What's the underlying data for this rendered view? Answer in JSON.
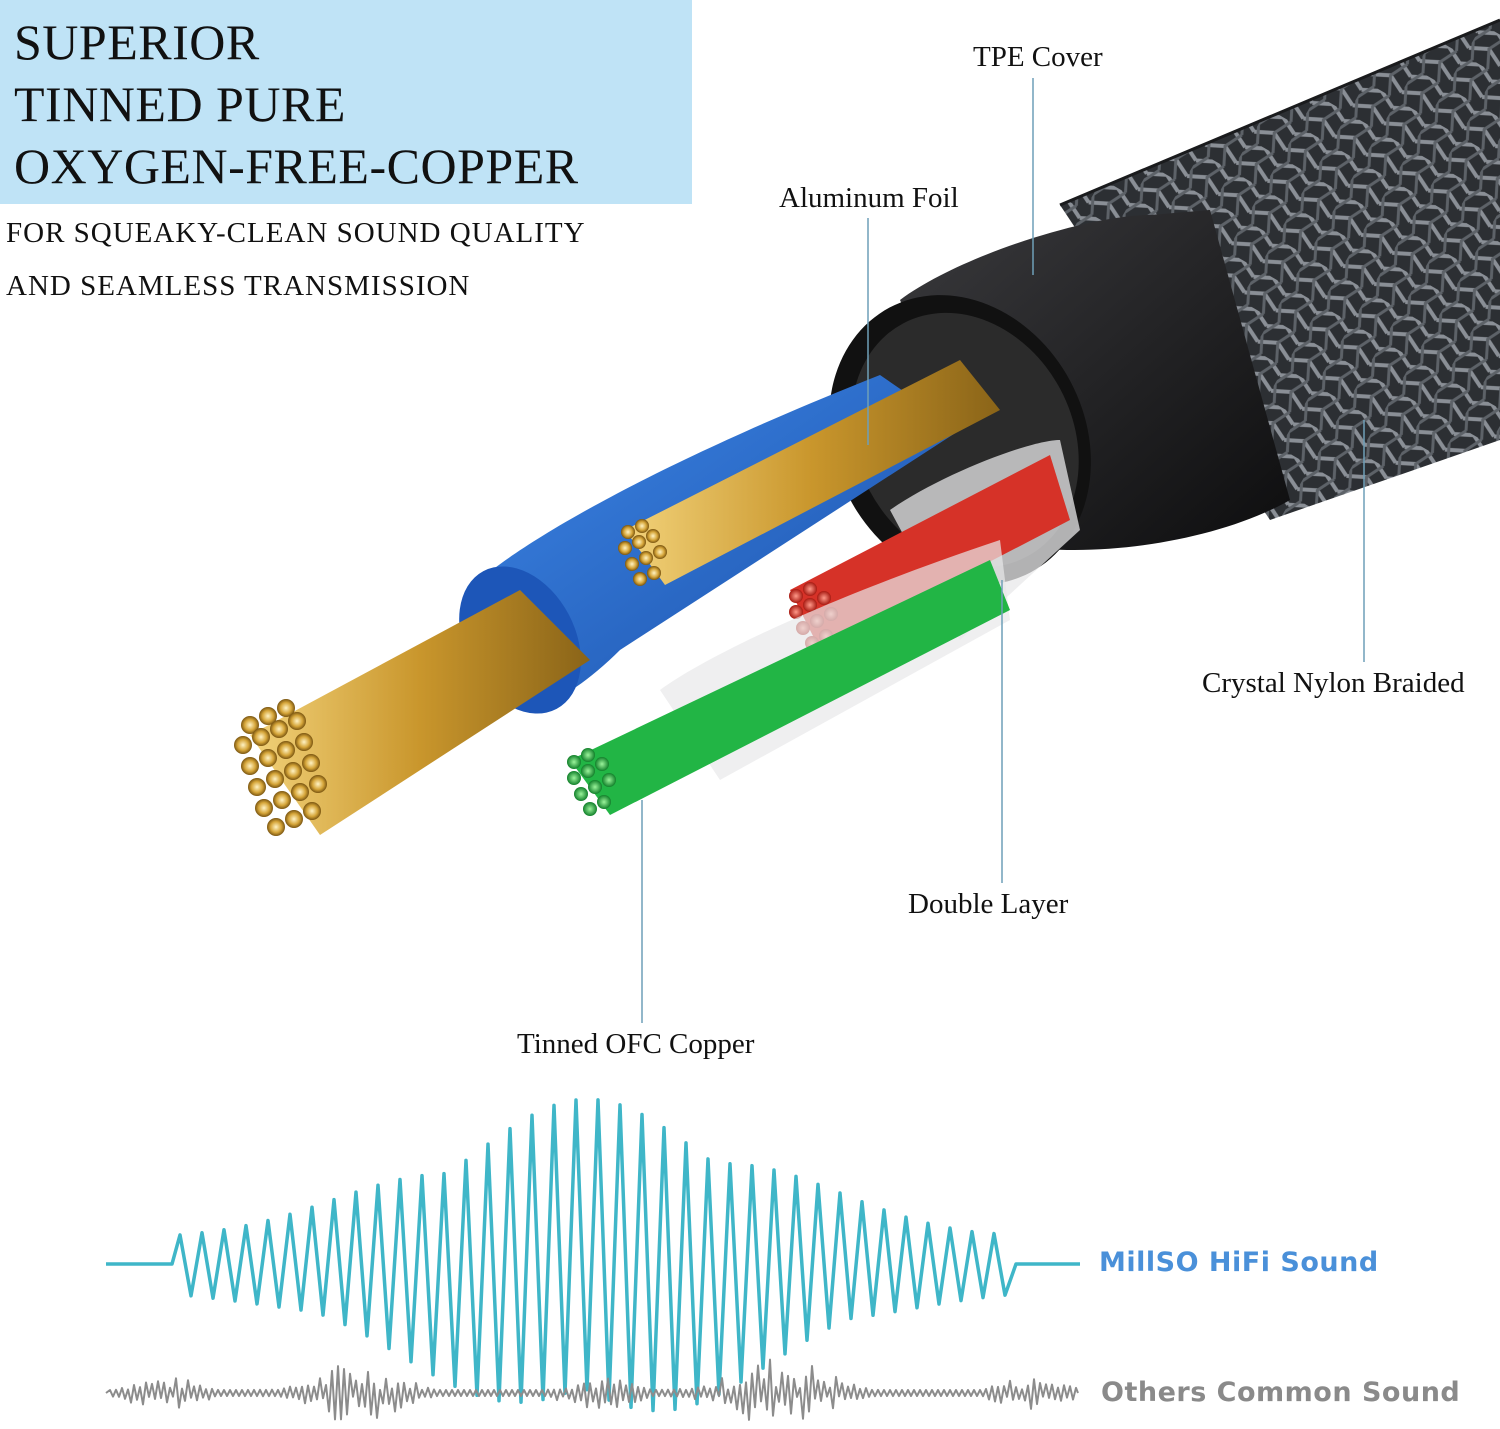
{
  "headline": {
    "line1": "SUPERIOR",
    "line2": "TINNED PURE",
    "line3": "OXYGEN-FREE-COPPER"
  },
  "subheadline": {
    "line1": "FOR SQUEAKY-CLEAN SOUND QUALITY",
    "line2": "AND SEAMLESS TRANSMISSION"
  },
  "callouts": {
    "tpe_cover": "TPE Cover",
    "aluminum_foil": "Aluminum Foil",
    "crystal_nylon_braided": "Crystal Nylon Braided",
    "double_layer": "Double Layer",
    "tinned_ofc_copper": "Tinned OFC Copper"
  },
  "waveform_legend": {
    "hifi_label": "MillSO  HiFi Sound",
    "common_label": "Others  Common Sound"
  },
  "colors": {
    "headline_bg": "#bfe3f6",
    "leader_line": "#6f9fb8",
    "hifi_wave": "#3fb6c8",
    "hifi_label": "#4a90d9",
    "common_wave": "#8c8c8c",
    "common_label": "#8a8a8a",
    "braid": "#3a3d42",
    "jacket": "#1c1c1e",
    "blue_insulation": "#1f63c9",
    "gold_strands": "#d4a73a",
    "red_strands": "#d63228",
    "green_strands": "#22b545"
  },
  "icons": {
    "cable": "cable-cross-section-illustration"
  }
}
